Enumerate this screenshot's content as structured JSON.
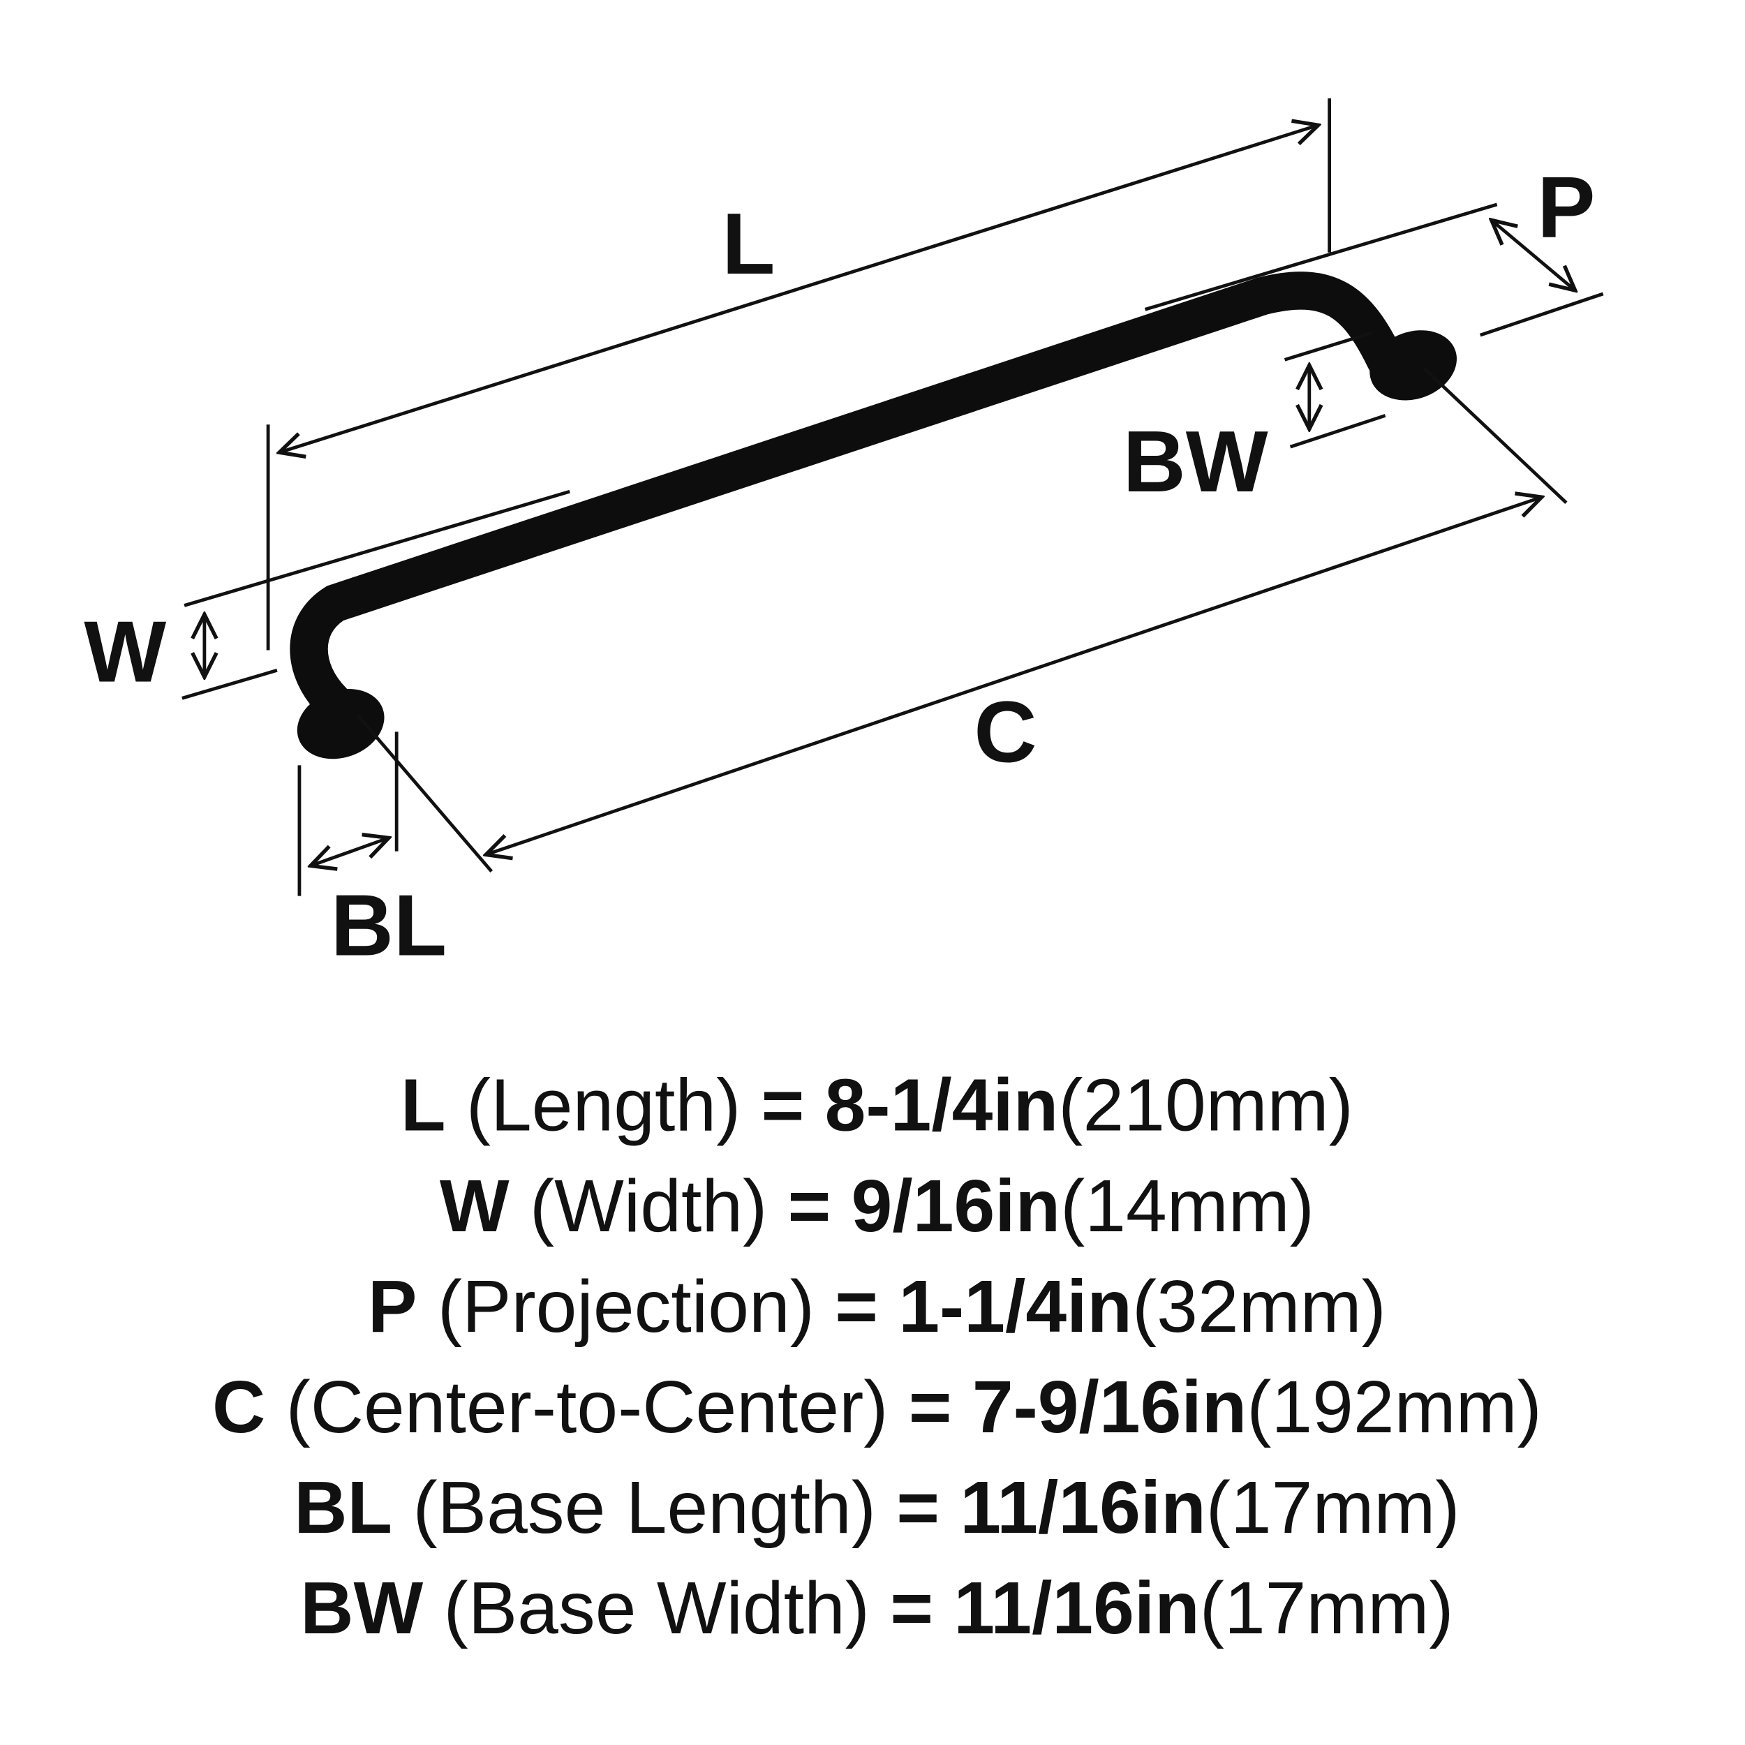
{
  "diagram": {
    "labels": {
      "L": "L",
      "P": "P",
      "W": "W",
      "BW": "BW",
      "C": "C",
      "BL": "BL"
    },
    "colors": {
      "ink": "#111111",
      "product": "#0d0d0d",
      "background": "#ffffff"
    }
  },
  "specs": [
    {
      "letter": "L",
      "name": "(Length)",
      "eq": "=",
      "imperial": "8-1/4in",
      "metric": "(210mm)"
    },
    {
      "letter": "W",
      "name": "(Width)",
      "eq": "=",
      "imperial": "9/16in",
      "metric": "(14mm)"
    },
    {
      "letter": "P",
      "name": "(Projection)",
      "eq": "=",
      "imperial": "1-1/4in",
      "metric": "(32mm)"
    },
    {
      "letter": "C",
      "name": "(Center-to-Center)",
      "eq": "=",
      "imperial": "7-9/16in",
      "metric": "(192mm)"
    },
    {
      "letter": "BL",
      "name": "(Base Length)",
      "eq": "=",
      "imperial": "11/16in",
      "metric": "(17mm)"
    },
    {
      "letter": "BW",
      "name": "(Base Width)",
      "eq": "=",
      "imperial": "11/16in",
      "metric": "(17mm)"
    }
  ]
}
